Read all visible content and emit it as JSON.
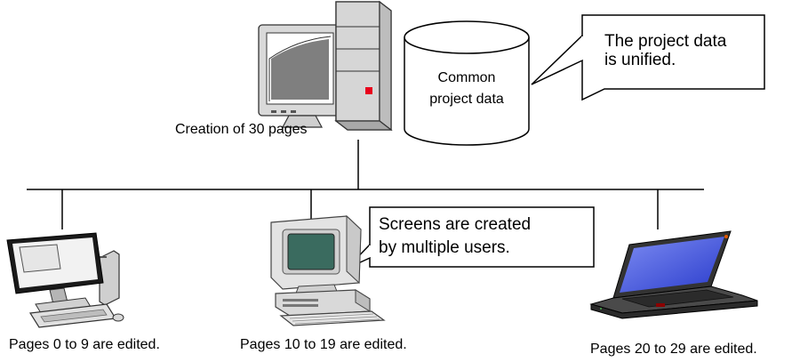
{
  "server": {
    "caption": "Creation of 30 pages"
  },
  "database": {
    "label_line1": "Common",
    "label_line2": "project data"
  },
  "callout_top": {
    "line1": "The project data",
    "line2": "is unified."
  },
  "callout_middle": {
    "line1": "Screens are created",
    "line2": "by multiple users."
  },
  "clients": [
    {
      "caption": "Pages 0 to 9 are edited."
    },
    {
      "caption": "Pages 10 to 19 are edited."
    },
    {
      "caption": "Pages 20 to 29 are edited."
    }
  ],
  "colors": {
    "server_led": "#e8001c",
    "crt_screen": "#3a6b5f",
    "laptop_screen": "#3a4fe0"
  }
}
